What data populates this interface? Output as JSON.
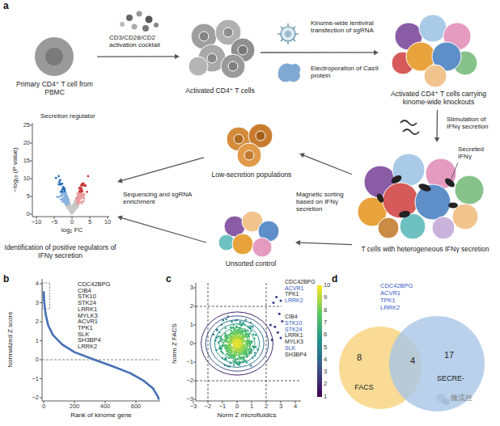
{
  "diagram": {
    "nodes": [
      {
        "text": [
          "Primary CD4⁺ T cell from PBMC"
        ]
      },
      {
        "text": [
          "Activated CD4⁺ T cells"
        ]
      },
      {
        "text": [
          "Activated CD4⁺ T cells carrying kinome-wide knockouts"
        ]
      },
      {
        "text": [
          "T cells with heterogeneous IFNγ secretion"
        ]
      },
      {
        "text": [
          "Low-secretion populations"
        ]
      },
      {
        "text": [
          "Unsorted control"
        ]
      },
      {
        "text": [
          "Identification of positive regulators of IFNγ secretion"
        ]
      },
      {
        "text": [
          "8",
          "FACS"
        ]
      },
      {
        "text": [
          "17",
          "SECRE-"
        ]
      }
    ],
    "edges": [
      {
        "from": 0,
        "to": 1,
        "label": "CD3/CD28/CD2 activation cocktail",
        "arrow": "to"
      },
      {
        "from": 1,
        "to": 2,
        "arrow": "to"
      },
      {
        "from": 2,
        "to": 3,
        "label": "Stimulation of IFNγ secretion",
        "arrow": "to"
      },
      {
        "from": 3,
        "to": 4,
        "label": "Magnetic sorting based on IFNγ secretion",
        "arrow": "to"
      },
      {
        "from": 4,
        "to": 6,
        "label": "Sequencing and sgRNA enrichment",
        "arrow": "to"
      },
      {
        "from": 3,
        "to": 5,
        "arrow": "to"
      },
      {
        "from": 5,
        "to": 6,
        "arrow": "to"
      }
    ],
    "labels": [
      "a",
      "Kinome-wide lentiviral transfection of sgRNA",
      "Electroporation of Cas9 protein",
      "Secreted IFNγ",
      "Secretion regulator",
      "25",
      "20",
      "15",
      "10",
      "5",
      "0",
      "−10",
      "−5",
      "0",
      "5",
      "10",
      "−log₁₀ (P value)",
      "log₂ FC",
      "b",
      "4",
      "3",
      "2",
      "1",
      "0",
      "−1",
      "−2",
      "Normalized Z score",
      "0",
      "200",
      "400",
      "600",
      "Rank of kinome gene",
      "CDC42BPG",
      "CIB4",
      "STK10",
      "STK24",
      "LRRK1",
      "MYLK3",
      "ACVR1",
      "TPK1",
      "SLK",
      "SH3BP4",
      "LRRK2",
      "c",
      "3",
      "2",
      "1",
      "0",
      "−1",
      "−2",
      "−3",
      "Norm Z FACS",
      "−3",
      "−2",
      "−1",
      "0",
      "1",
      "2",
      "3",
      "4",
      "Norm Z microfluidics",
      "10",
      "9",
      "8",
      "7",
      "6",
      "5",
      "4",
      "3",
      "2",
      "1",
      "CDC42BPG",
      "ACVR1",
      "TPK1",
      "LRRK2",
      "CIB4",
      "STK10",
      "STK24",
      "LRRK1",
      "MYLK3",
      "SLK",
      "SH3BP4",
      "d",
      "CDC42BPG",
      "ACVR1",
      "TPK1",
      "LRRK2",
      "4",
      "微流控"
    ]
  }
}
